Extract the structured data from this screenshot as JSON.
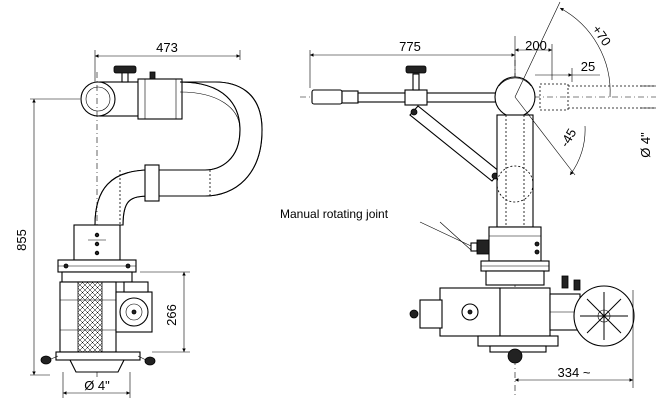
{
  "dimensions": {
    "width_473": "473",
    "height_855": "855",
    "height_266": "266",
    "diameter_left": "Ø 4\"",
    "length_775": "775",
    "length_200": "200",
    "length_25": "25",
    "diameter_right": "Ø 4\"",
    "length_334": "334 ~",
    "angle_up": "+70",
    "angle_down": "-45"
  },
  "labels": {
    "manual_joint": "Manual rotating joint"
  }
}
